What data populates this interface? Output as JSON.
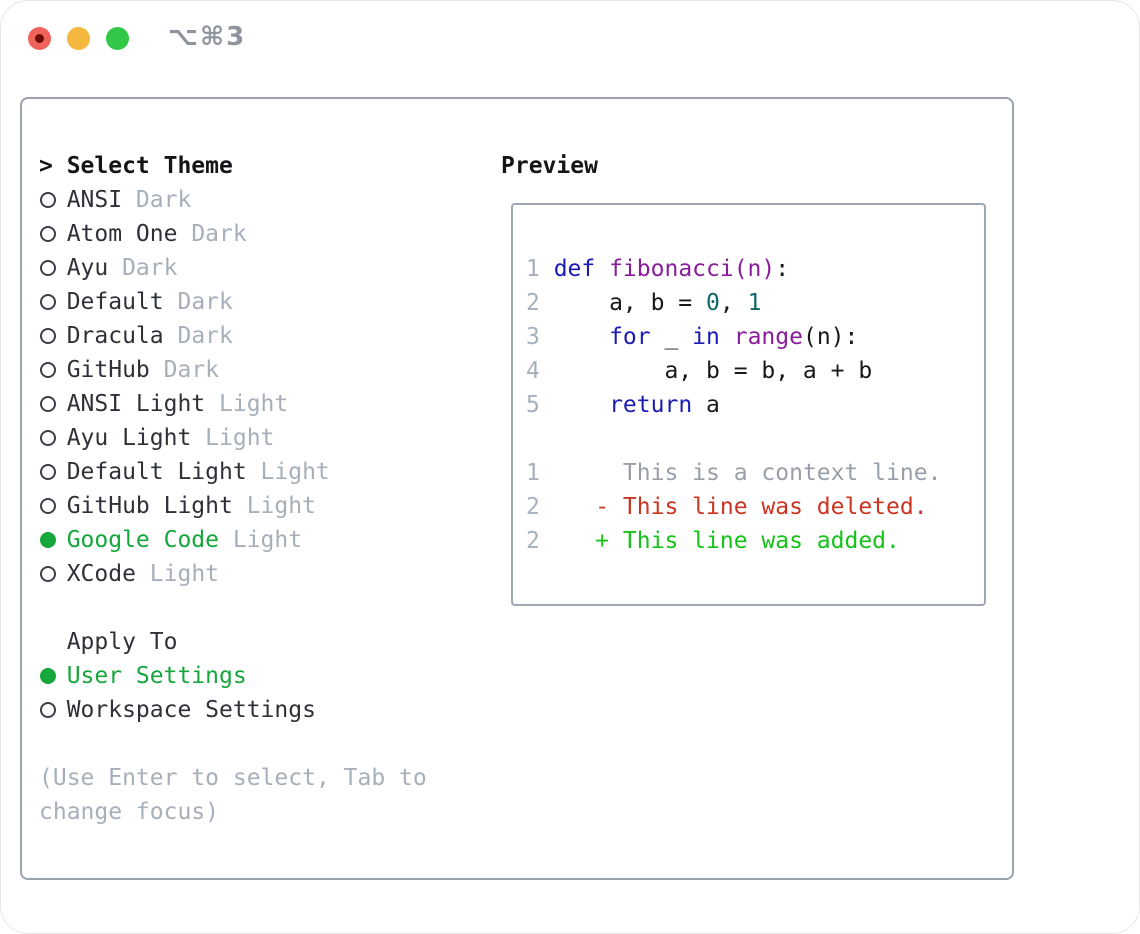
{
  "window": {
    "title": "⌥⌘3",
    "traffic_lights": [
      {
        "name": "close",
        "color": "#f0635a",
        "dot": "#6e0d06"
      },
      {
        "name": "minimize",
        "color": "#f4b73f"
      },
      {
        "name": "zoom",
        "color": "#33c748"
      }
    ]
  },
  "theme_panel": {
    "header": {
      "marker": ">",
      "label": "Select Theme"
    },
    "themes": [
      {
        "name": "ANSI",
        "variant": "Dark",
        "selected": false
      },
      {
        "name": "Atom One",
        "variant": "Dark",
        "selected": false
      },
      {
        "name": "Ayu",
        "variant": "Dark",
        "selected": false
      },
      {
        "name": "Default",
        "variant": "Dark",
        "selected": false
      },
      {
        "name": "Dracula",
        "variant": "Dark",
        "selected": false
      },
      {
        "name": "GitHub",
        "variant": "Dark",
        "selected": false
      },
      {
        "name": "ANSI Light",
        "variant": "Light",
        "selected": false
      },
      {
        "name": "Ayu Light",
        "variant": "Light",
        "selected": false
      },
      {
        "name": "Default Light",
        "variant": "Light",
        "selected": false
      },
      {
        "name": "GitHub Light",
        "variant": "Light",
        "selected": false
      },
      {
        "name": "Google Code",
        "variant": "Light",
        "selected": true
      },
      {
        "name": "XCode",
        "variant": "Light",
        "selected": false
      }
    ],
    "apply_to": {
      "label": "Apply To",
      "options": [
        {
          "label": "User Settings",
          "selected": true
        },
        {
          "label": "Workspace Settings",
          "selected": false
        }
      ]
    },
    "hint_lines": [
      "(Use Enter to select, Tab to",
      "change focus)"
    ]
  },
  "preview": {
    "title": "Preview",
    "code_lines": [
      {
        "num": "1",
        "segments": [
          {
            "text": "def ",
            "color": "keyword"
          },
          {
            "text": "fibonacci(n)",
            "color": "title"
          },
          {
            "text": ":",
            "color": "plain"
          }
        ]
      },
      {
        "num": "2",
        "segments": [
          {
            "text": "    a, b = ",
            "color": "plain"
          },
          {
            "text": "0",
            "color": "number"
          },
          {
            "text": ", ",
            "color": "plain"
          },
          {
            "text": "1",
            "color": "number"
          }
        ]
      },
      {
        "num": "3",
        "segments": [
          {
            "text": "    ",
            "color": "plain"
          },
          {
            "text": "for",
            "color": "keyword"
          },
          {
            "text": " _ ",
            "color": "plain"
          },
          {
            "text": "in",
            "color": "keyword"
          },
          {
            "text": " ",
            "color": "plain"
          },
          {
            "text": "range",
            "color": "title"
          },
          {
            "text": "(n):",
            "color": "plain"
          }
        ]
      },
      {
        "num": "4",
        "segments": [
          {
            "text": "        a, b = b, a + b",
            "color": "plain"
          }
        ]
      },
      {
        "num": "5",
        "segments": [
          {
            "text": "    ",
            "color": "plain"
          },
          {
            "text": "return",
            "color": "keyword"
          },
          {
            "text": " a",
            "color": "plain"
          }
        ]
      }
    ],
    "diff_lines": [
      {
        "num": "1",
        "marker": " ",
        "text": "This is a context line.",
        "type": "context"
      },
      {
        "num": "2",
        "marker": "-",
        "text": "This line was deleted.",
        "type": "deleted"
      },
      {
        "num": "2",
        "marker": "+",
        "text": "This line was added.",
        "type": "added"
      }
    ]
  },
  "colors": {
    "keyword": "#1b1bb3",
    "title": "#8a1d9b",
    "number": "#0e6868",
    "plain": "#16181b",
    "line_number": "#a7b0bd",
    "context": "#999fa8",
    "deleted": "#cc3420",
    "added": "#15c21a",
    "selected_green": "#16a73c",
    "muted": "#a7afba",
    "text_dark": "#2e3238",
    "panel_border": "#9aa2ae"
  }
}
